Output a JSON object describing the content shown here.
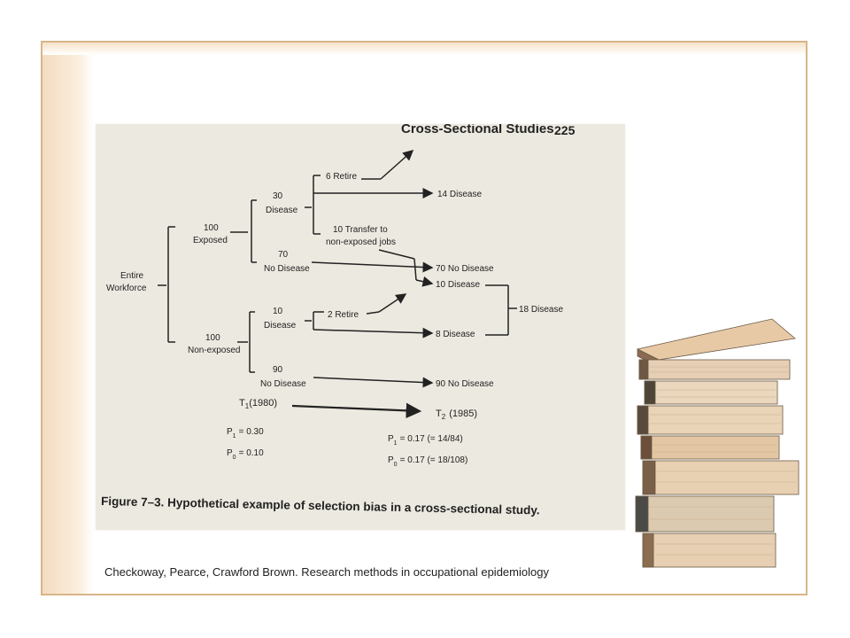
{
  "header": {
    "running_title": "Cross-Sectional Studies",
    "page_number": "225"
  },
  "tree": {
    "root": [
      "Entire",
      "Workforce"
    ],
    "exposed": [
      "100",
      "Exposed"
    ],
    "non_exposed": [
      "100",
      "Non-exposed"
    ],
    "exp_disease": [
      "30",
      "Disease"
    ],
    "exp_no_disease": [
      "70",
      "No Disease"
    ],
    "nonexp_disease": [
      "10",
      "Disease"
    ],
    "nonexp_no_disease": [
      "90",
      "No Disease"
    ],
    "retire_6": "6 Retire",
    "transfer": [
      "10 Transfer to",
      "non-exposed jobs"
    ],
    "retire_2": "2 Retire",
    "out_14": "14 Disease",
    "out_70": "70 No Disease",
    "out_10": "10 Disease",
    "out_8": "8 Disease",
    "out_90": "90 No Disease",
    "out_18": "18 Disease"
  },
  "timeline": {
    "t1": "T",
    "t1_sub": "1",
    "t1_year": "(1980)",
    "t2": "T",
    "t2_sub": "2",
    "t2_year": "(1985)"
  },
  "prevalence": {
    "p1_left": {
      "p": "P",
      "sub": "1",
      "val": "= 0.30"
    },
    "p0_left": {
      "p": "P",
      "sub": "0",
      "val": "= 0.10"
    },
    "p1_right": {
      "p": "P",
      "sub": "1",
      "val": "= 0.17 (= 14/84)"
    },
    "p0_right": {
      "p": "P",
      "sub": "0",
      "val": "= 0.17 (= 18/108)"
    }
  },
  "figure_caption": "Figure 7–3. Hypothetical example of selection bias in a cross-sectional study.",
  "slide_caption": "Checkoway, Pearce, Crawford Brown. Research methods in occupational epidemiology"
}
